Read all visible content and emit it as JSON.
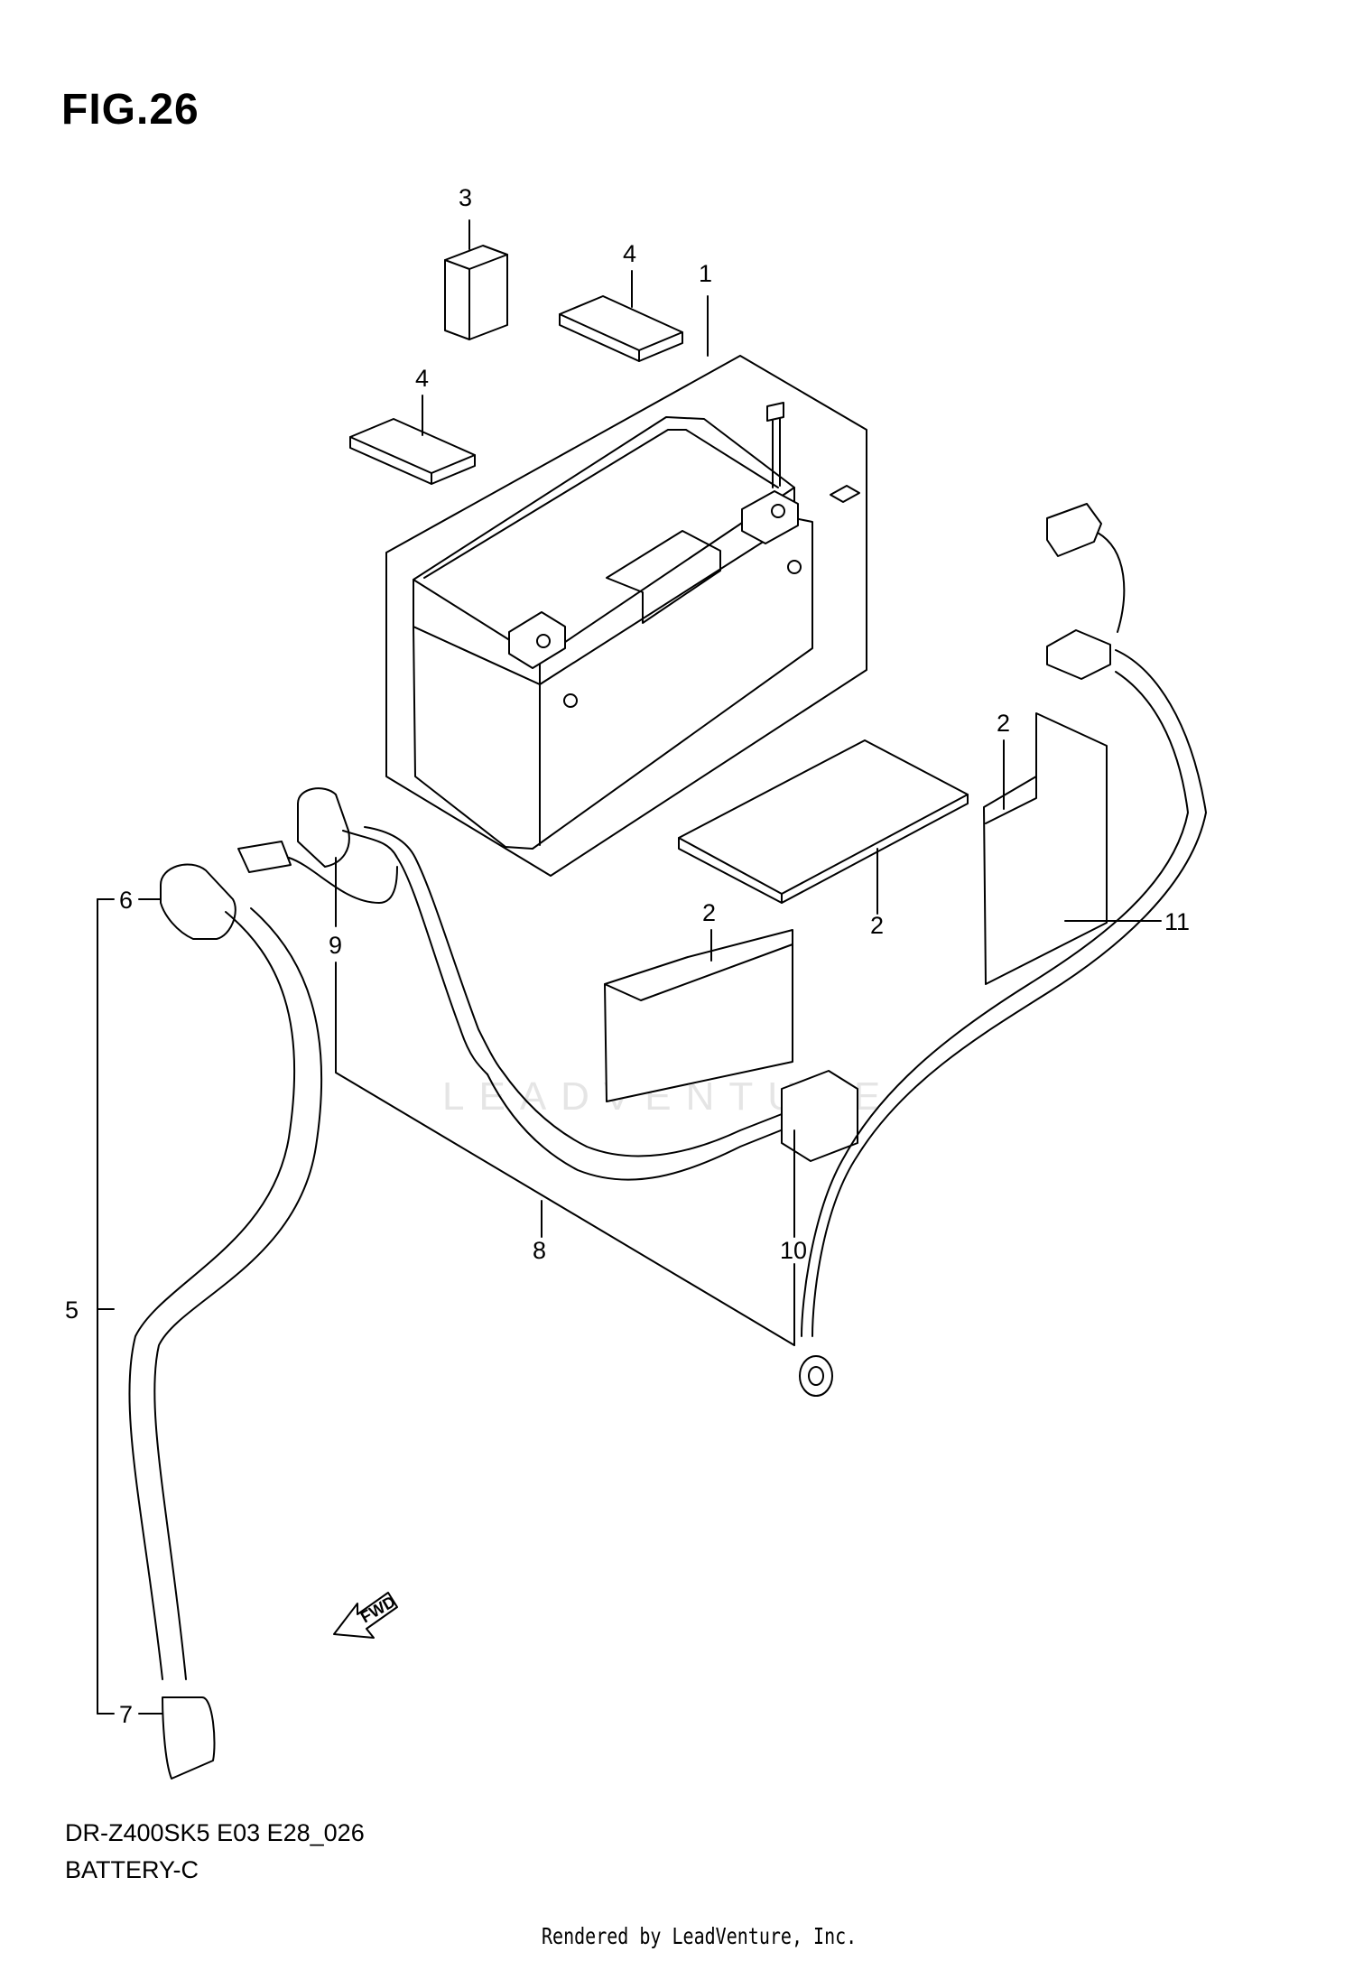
{
  "figure": {
    "title": "FIG.26"
  },
  "callouts": [
    {
      "id": "1",
      "label": "1"
    },
    {
      "id": "2a",
      "label": "2"
    },
    {
      "id": "2b",
      "label": "2"
    },
    {
      "id": "2c",
      "label": "2"
    },
    {
      "id": "3",
      "label": "3"
    },
    {
      "id": "4a",
      "label": "4"
    },
    {
      "id": "4b",
      "label": "4"
    },
    {
      "id": "5",
      "label": "5"
    },
    {
      "id": "6",
      "label": "6"
    },
    {
      "id": "7",
      "label": "7"
    },
    {
      "id": "8",
      "label": "8"
    },
    {
      "id": "9",
      "label": "9"
    },
    {
      "id": "10",
      "label": "10"
    },
    {
      "id": "11",
      "label": "11"
    }
  ],
  "direction_marker": {
    "label": "FWD"
  },
  "watermark": "LEADVENTURE",
  "model": "DR-Z400SK5  E03  E28_026",
  "section": "BATTERY-C",
  "footer": "Rendered by LeadVenture, Inc."
}
